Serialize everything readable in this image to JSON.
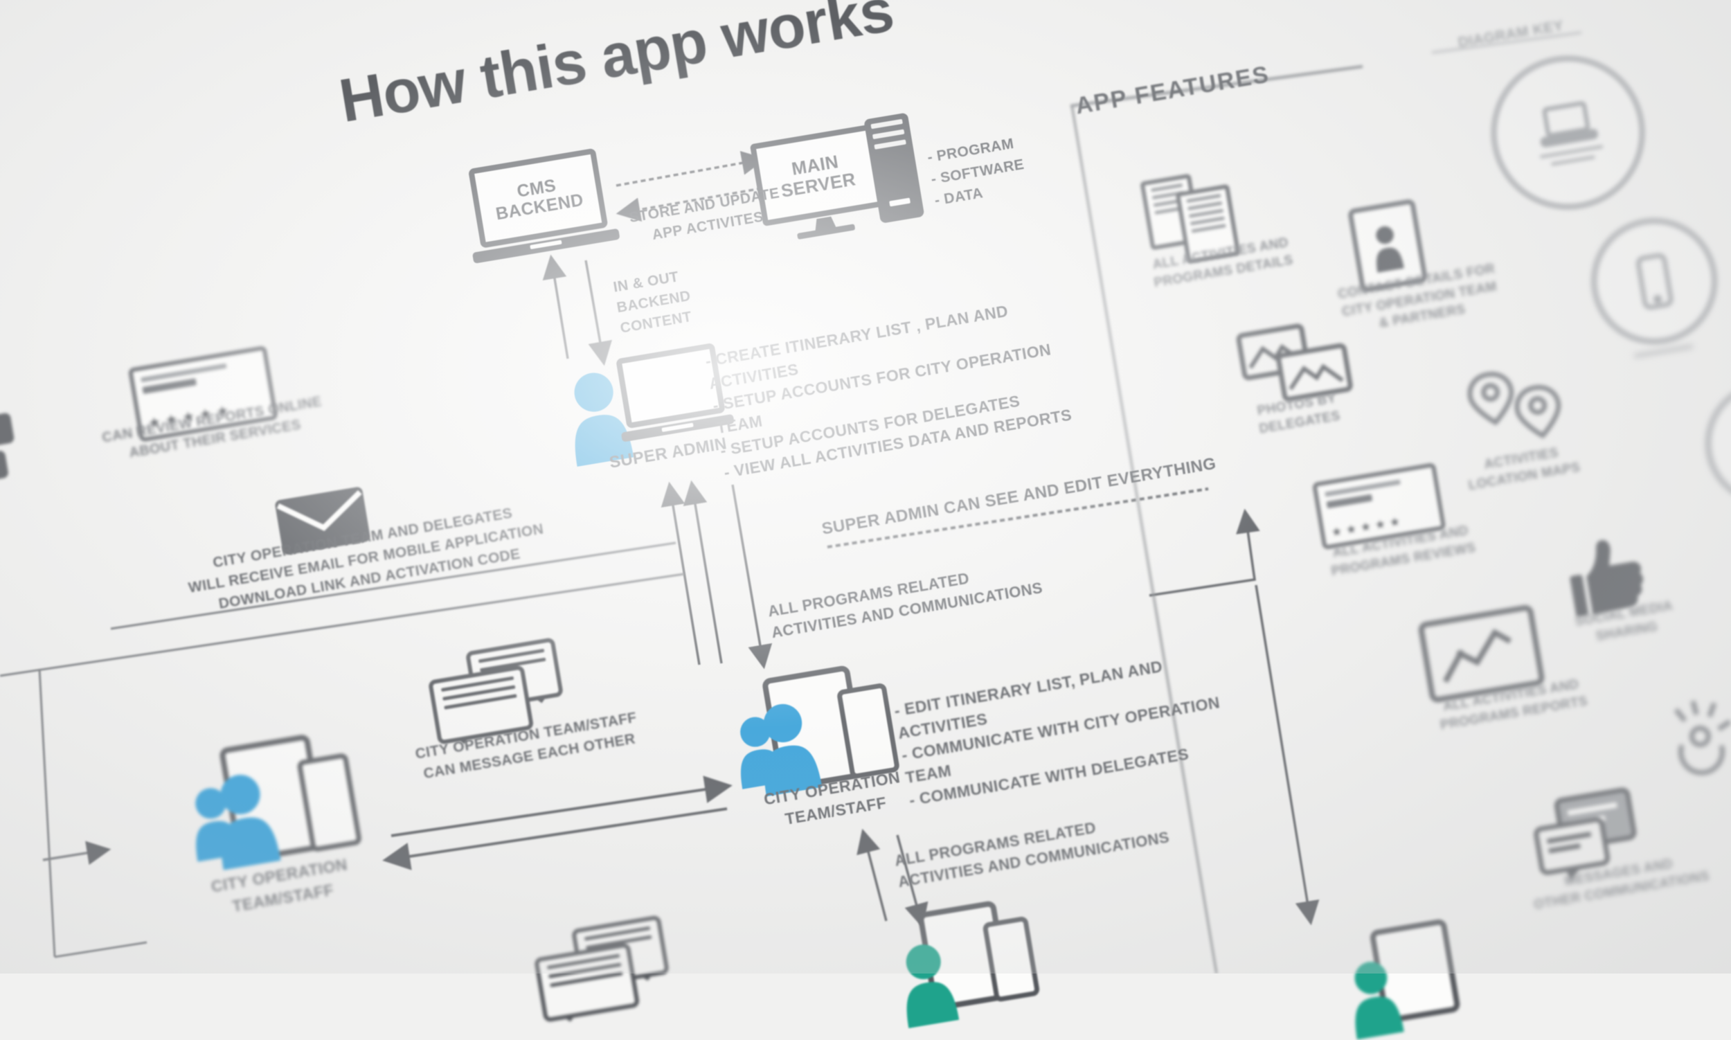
{
  "title": "How this app works",
  "colors": {
    "ink": "#55585d",
    "blue": "#2b9cd8",
    "teal": "#1fa38c",
    "paper": "#f1f1f0"
  },
  "glyphs": {
    "stars": "★★★★★"
  },
  "flow": {
    "cms": {
      "line1": "CMS",
      "line2": "BACKEND"
    },
    "server": {
      "line1": "MAIN",
      "line2": "SERVER"
    },
    "server_items": [
      "- PROGRAM",
      "- SOFTWARE",
      "- DATA"
    ],
    "store_update": {
      "line1": "STORE AND UPDATE",
      "line2": "APP ACTIVITES"
    },
    "in_out": {
      "line1": "IN & OUT",
      "line2": "BACKEND",
      "line3": "CONTENT"
    },
    "super_admin": {
      "label": "SUPER ADMIN",
      "tasks": [
        "- CREATE ITINERARY LIST , PLAN AND ACTIVITIES",
        "- SETUP ACCOUNTS FOR CITY OPERATION TEAM",
        "- SETUP ACCOUNTS FOR DELEGATES",
        "- VIEW ALL ACTIVITIES DATA AND REPORTS"
      ]
    },
    "see_edit": "SUPER ADMIN CAN SEE AND EDIT EVERYTHING",
    "programs_mid": {
      "line1": "ALL PROGRAMS RELATED",
      "line2": "ACTIVITIES AND COMMUNICATIONS"
    },
    "programs_bottom": {
      "line1": "ALL PROGRAMS RELATED",
      "line2": "ACTIVITIES AND COMMUNICATIONS"
    },
    "review_online": {
      "line1": "CAN REVIEW REPORTS ONLINE",
      "line2": "ABOUT THEIR SERVICES"
    },
    "email_note": {
      "line1": "CITY OPERATION TEAM AND DELEGATES",
      "line2": "WILL RECEIVE EMAIL FOR MOBILE APPLICATION",
      "line3": "DOWNLOAD LINK AND ACTIVATION CODE"
    },
    "message_each_other": {
      "line1": "CITY OPERATION TEAM/STAFF",
      "line2": "CAN MESSAGE EACH OTHER"
    },
    "city_team_center": {
      "line1": "CITY OPERATION",
      "line2": "TEAM/STAFF",
      "tasks": [
        "- EDIT ITINERARY LIST, PLAN AND ACTIVITIES",
        "- COMMUNICATE WITH CITY OPERATION TEAM",
        "- COMMUNICATE WITH DELEGATES"
      ]
    },
    "city_team_left": {
      "line1": "CITY OPERATION",
      "line2": "TEAM/STAFF"
    }
  },
  "features": {
    "heading": "APP FEATURES",
    "items": [
      {
        "id": "details",
        "icon": "documents-icon",
        "lines": [
          "ALL ACTIVITIES AND",
          "PROGRAMS DETAILS"
        ]
      },
      {
        "id": "contacts",
        "icon": "contact-card-icon",
        "lines": [
          "CONTACT DETAILS FOR",
          "CITY OPERATION TEAM",
          "& PARTNERS"
        ]
      },
      {
        "id": "photos",
        "icon": "photos-icon",
        "lines": [
          "PHOTOS BY DELEGATES"
        ]
      },
      {
        "id": "locations",
        "icon": "location-pins-icon",
        "lines": [
          "ACTIVITIES",
          "LOCATION MAPS"
        ]
      },
      {
        "id": "reviews",
        "icon": "reviews-card-icon",
        "lines": [
          "ALL ACTIVITIES AND",
          "PROGRAMS REVIEWS"
        ]
      },
      {
        "id": "sharing",
        "icon": "thumbs-up-icon",
        "lines": [
          "SOCIAL MEDIA",
          "SHARING"
        ]
      },
      {
        "id": "reports",
        "icon": "line-chart-icon",
        "lines": [
          "ALL ACTIVITIES AND",
          "PROGRAMS REPORTS"
        ]
      },
      {
        "id": "messages",
        "icon": "messages-icon",
        "lines": [
          "MESSAGES AND",
          "OTHER COMMUNICATIONS"
        ]
      }
    ]
  },
  "diagram_key": {
    "heading": "DIAGRAM KEY"
  }
}
